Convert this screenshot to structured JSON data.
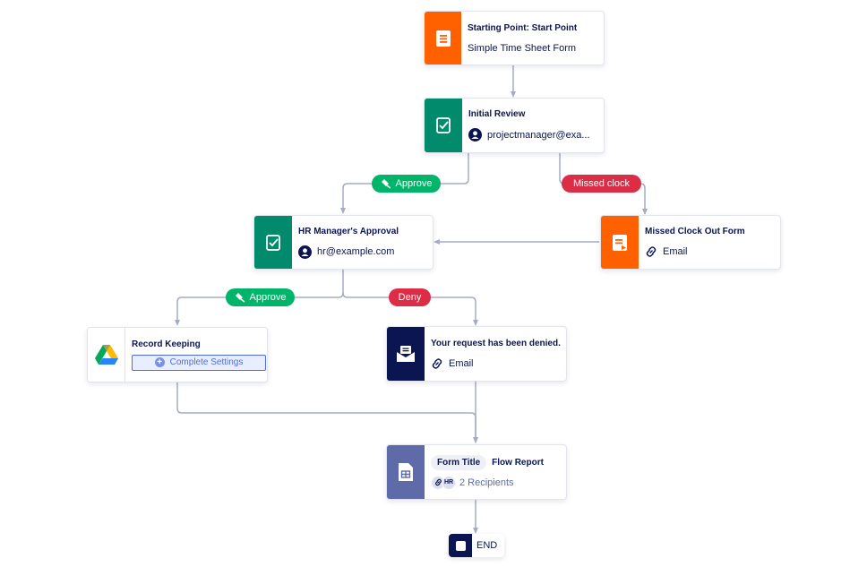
{
  "nodes": {
    "start": {
      "title": "Starting Point: Start Point",
      "subtitle": "Simple Time Sheet Form",
      "icon": "form-icon",
      "color": "#ff6100"
    },
    "initial_review": {
      "title": "Initial Review",
      "assignee": "projectmanager@exa...",
      "icon": "approval-icon",
      "color": "#018a6c"
    },
    "hr_approval": {
      "title": "HR Manager's Approval",
      "assignee": "hr@example.com",
      "icon": "approval-icon",
      "color": "#018a6c"
    },
    "missed_clock_form": {
      "title": "Missed Clock Out Form",
      "method": "Email",
      "icon": "form-icon",
      "color": "#ff6100"
    },
    "record_keeping": {
      "title": "Record Keeping",
      "button": "Complete Settings",
      "icon": "google-drive-icon"
    },
    "denied_email": {
      "title": "Your request has been denied.",
      "method": "Email",
      "icon": "email-icon",
      "color": "#0a1551"
    },
    "flow_report": {
      "chip": "Form Title",
      "title": "Flow Report",
      "recipient_badge": "HR",
      "recipients": "2 Recipients",
      "icon": "report-icon",
      "color": "#5f6ba8"
    },
    "end": {
      "label": "END"
    }
  },
  "badges": {
    "approve_1": "Approve",
    "missed_clock": "Missed clock",
    "approve_2": "Approve",
    "deny": "Deny"
  },
  "colors": {
    "approve": "#00b569",
    "deny": "#dc2d47",
    "connector": "#a5abc6"
  }
}
